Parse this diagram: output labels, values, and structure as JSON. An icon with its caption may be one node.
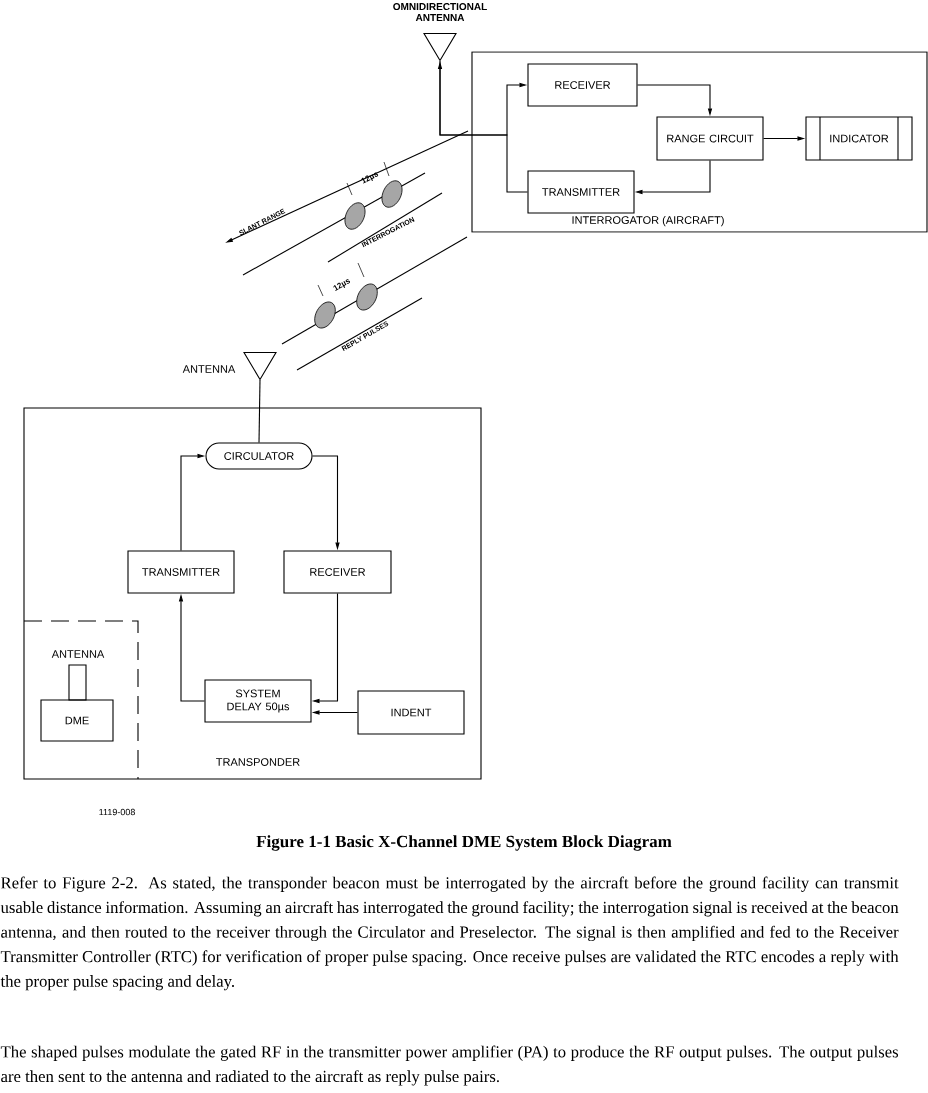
{
  "diagram": {
    "caption": "Figure 1-1 Basic X-Channel DME System Block Diagram",
    "nodes": [
      {
        "text": [
          "INTERROGATOR (AIRCRAFT)"
        ]
      },
      {
        "text": [
          "RECEIVER"
        ],
        "in": 0
      },
      {
        "text": [
          "TRANSMITTER"
        ],
        "in": 0
      },
      {
        "text": [
          "RANGE CIRCUIT"
        ],
        "in": 0
      },
      {
        "text": [
          "INDICATOR"
        ],
        "in": 0
      },
      {
        "text": [
          "OMNIDIRECTIONAL ANTENNA"
        ]
      },
      {
        "text": [
          "ANTENNA"
        ]
      },
      {
        "text": [
          "TRANSPONDER"
        ]
      },
      {
        "text": [
          "CIRCULATOR"
        ],
        "in": 7
      },
      {
        "text": [
          "TRANSMITTER"
        ],
        "in": 7
      },
      {
        "text": [
          "RECEIVER"
        ],
        "in": 7
      },
      {
        "text": [],
        "shape": "box",
        "in": 7
      },
      {
        "text": [
          "ANTENNA"
        ],
        "in": 11
      },
      {
        "text": [
          "DME"
        ],
        "in": 11
      },
      {
        "text": [
          "SYSTEM DELAY 50µs"
        ],
        "in": 7
      },
      {
        "text": [
          "INDENT"
        ],
        "in": 7
      }
    ],
    "edges": [
      {
        "from": 5,
        "to": 1,
        "arrow": "to"
      },
      {
        "from": 2,
        "to": 5,
        "arrow": "to"
      },
      {
        "from": 1,
        "to": 3,
        "arrow": "to"
      },
      {
        "from": 3,
        "to": 2,
        "arrow": "to"
      },
      {
        "from": 3,
        "to": 4,
        "arrow": "to"
      },
      {
        "from": 6,
        "to": 8,
        "arrow": "none"
      },
      {
        "from": 8,
        "to": 10,
        "arrow": "to"
      },
      {
        "from": 10,
        "to": 14,
        "arrow": "to"
      },
      {
        "from": 14,
        "to": 9,
        "arrow": "to"
      },
      {
        "from": 9,
        "to": 8,
        "arrow": "to"
      },
      {
        "from": 15,
        "to": 14,
        "arrow": "to"
      }
    ],
    "labels": [
      "SLANT RANGE",
      "12µs",
      "INTERROGATION",
      "12µs",
      "REPLY PULSES",
      "1119-008",
      "Refer to Figure 2-2. As stated, the transponder beacon must be interrogated by the aircraft before the ground facility can transmit usable distance information. Assuming an aircraft has interrogated the ground facility; the interrogation signal is received at the beacon antenna, and then routed to the receiver through the Circulator and Preselector. The signal is then amplified and fed to the Receiver Transmitter Controller (RTC) for verification of proper pulse spacing. Once receive pulses are validated the RTC encodes a reply with the proper pulse spacing and delay.",
      "The shaped pulses modulate the gated RF in the transmitter power amplifier (PA) to produce the RF output pulses. The output pulses are then sent to the antenna and radiated to the aircraft as reply pulse pairs."
    ]
  }
}
